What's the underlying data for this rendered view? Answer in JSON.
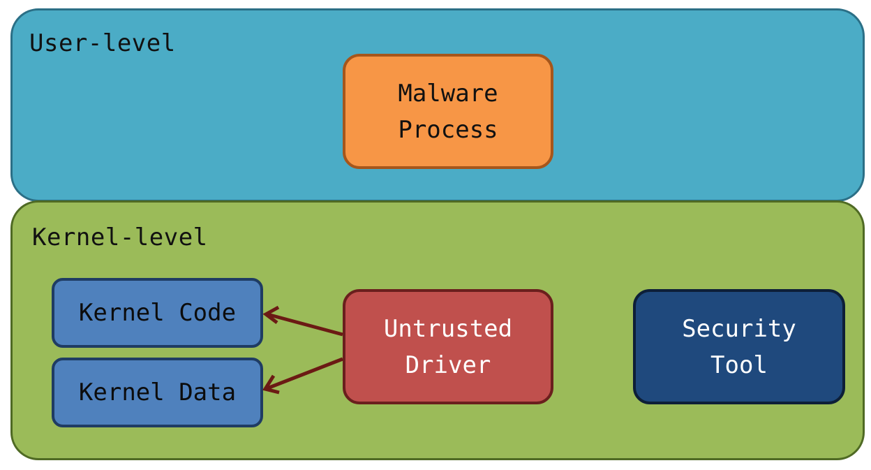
{
  "layers": {
    "user": {
      "label": "User-level"
    },
    "kernel": {
      "label": "Kernel-level"
    }
  },
  "nodes": {
    "malware_process": {
      "line1": "Malware",
      "line2": "Process"
    },
    "kernel_code": {
      "label": "Kernel Code"
    },
    "kernel_data": {
      "label": "Kernel Data"
    },
    "untrusted_driver": {
      "line1": "Untrusted",
      "line2": "Driver"
    },
    "security_tool": {
      "line1": "Security",
      "line2": "Tool"
    }
  },
  "edges": [
    {
      "from": "untrusted_driver",
      "to": "kernel_code"
    },
    {
      "from": "untrusted_driver",
      "to": "kernel_data"
    }
  ],
  "colors": {
    "user_layer": "#4bacc6",
    "kernel_layer": "#9bbb59",
    "malware": "#f79646",
    "kernel_boxes": "#4f81bd",
    "driver": "#c0504d",
    "security": "#1f497d",
    "arrow": "#6b1a14"
  }
}
